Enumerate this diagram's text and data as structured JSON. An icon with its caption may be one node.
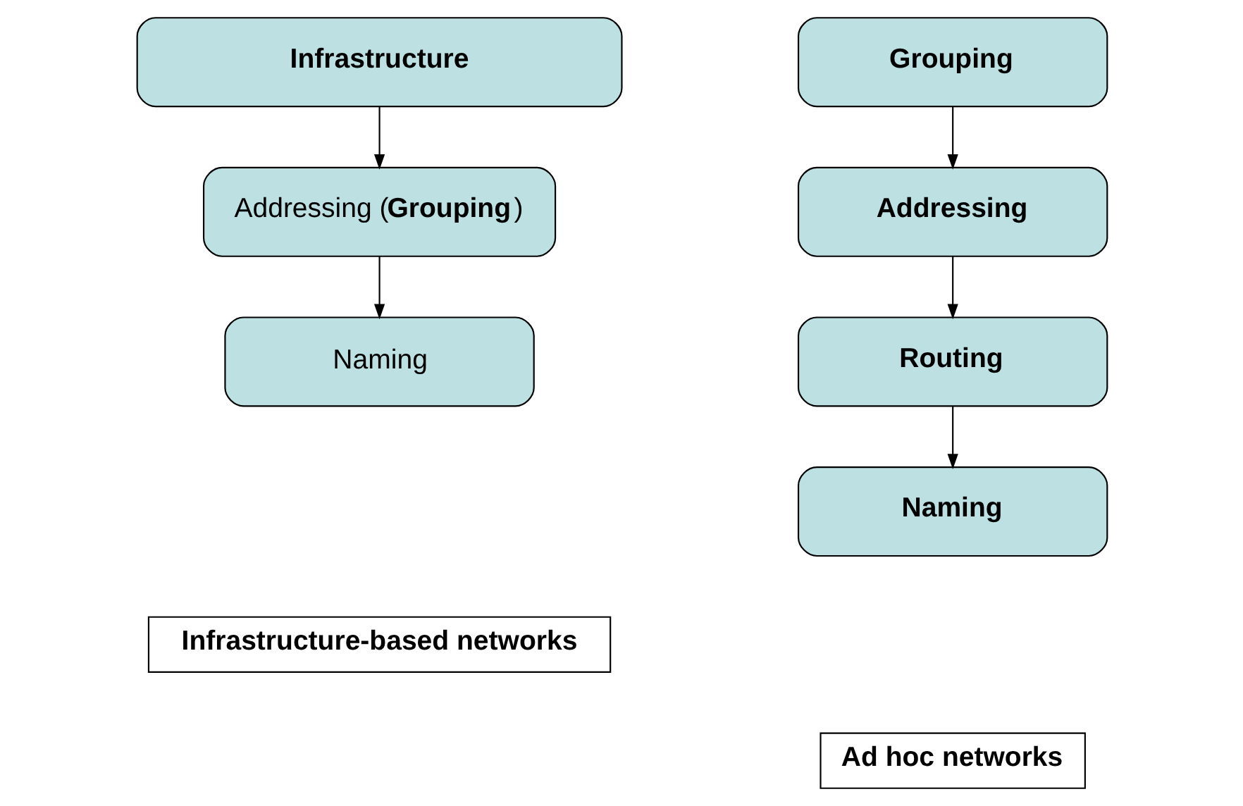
{
  "diagram": {
    "nodes": [
      {
        "text": [
          "Infrastructure"
        ]
      },
      {
        "text": [
          "Addressing (**Grouping**)"
        ]
      },
      {
        "text": [
          "Naming"
        ]
      },
      {
        "text": [
          "Grouping"
        ]
      },
      {
        "text": [
          "Addressing"
        ]
      },
      {
        "text": [
          "Routing"
        ]
      },
      {
        "text": [
          "Naming"
        ]
      },
      {
        "text": [
          "Infrastructure-based networks"
        ]
      },
      {
        "text": [
          "Ad hoc networks"
        ]
      }
    ],
    "edges": [
      {
        "from": 0,
        "to": 1,
        "arrow": "to"
      },
      {
        "from": 1,
        "to": 2,
        "arrow": "to"
      },
      {
        "from": 3,
        "to": 4,
        "arrow": "to"
      },
      {
        "from": 4,
        "to": 5,
        "arrow": "to"
      },
      {
        "from": 5,
        "to": 6,
        "arrow": "to"
      }
    ]
  }
}
